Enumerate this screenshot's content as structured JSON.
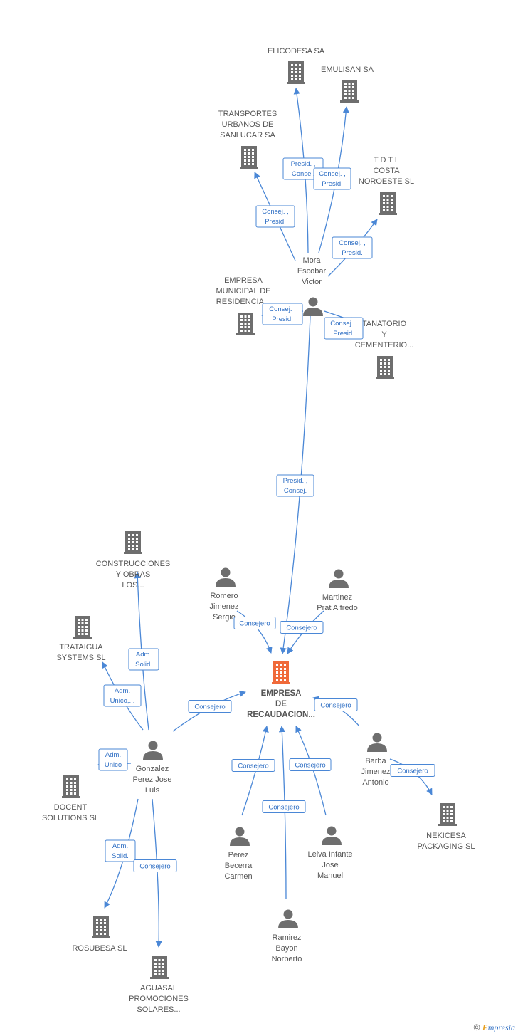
{
  "colors": {
    "edge": "#4a87d6",
    "node_icon": "#6e6e6e",
    "main_icon": "#f06a3a",
    "label": "#555555"
  },
  "footer": {
    "copyright": "©",
    "brand_initial": "E",
    "brand_rest": "mpresia"
  },
  "nodes": [
    {
      "id": "main",
      "kind": "company",
      "main": true,
      "lines": [
        "EMPRESA",
        "DE",
        "RECAUDACION..."
      ]
    },
    {
      "id": "mora",
      "kind": "person",
      "lines": [
        "Mora",
        "Escobar",
        "Victor"
      ]
    },
    {
      "id": "elicodesa",
      "kind": "company",
      "lines": [
        "ELICODESA SA"
      ]
    },
    {
      "id": "emulisan",
      "kind": "company",
      "lines": [
        "EMULISAN SA"
      ]
    },
    {
      "id": "transportes",
      "kind": "company",
      "lines": [
        "TRANSPORTES",
        "URBANOS DE",
        "SANLUCAR SA"
      ]
    },
    {
      "id": "tdtl",
      "kind": "company",
      "lines": [
        "T D T L",
        "COSTA",
        "NOROESTE SL"
      ]
    },
    {
      "id": "empmun",
      "kind": "company",
      "lines": [
        "EMPRESA",
        "MUNICIPAL DE",
        "RESIDENCIA..."
      ]
    },
    {
      "id": "tanatorio",
      "kind": "company",
      "lines": [
        "TANATORIO",
        "Y",
        "CEMENTERIO..."
      ]
    },
    {
      "id": "romero",
      "kind": "person",
      "lines": [
        "Romero",
        "Jimenez",
        "Sergio"
      ]
    },
    {
      "id": "martinez",
      "kind": "person",
      "lines": [
        "Martinez",
        "Prat Alfredo"
      ]
    },
    {
      "id": "construcciones",
      "kind": "company",
      "lines": [
        "CONSTRUCCIONES",
        "Y OBRAS",
        "LOS..."
      ]
    },
    {
      "id": "trataigua",
      "kind": "company",
      "lines": [
        "TRATAIGUA",
        "SYSTEMS SL"
      ]
    },
    {
      "id": "gonzalez",
      "kind": "person",
      "lines": [
        "Gonzalez",
        "Perez Jose",
        "Luis"
      ]
    },
    {
      "id": "docent",
      "kind": "company",
      "lines": [
        "DOCENT",
        "SOLUTIONS SL"
      ]
    },
    {
      "id": "barba",
      "kind": "person",
      "lines": [
        "Barba",
        "Jimenez",
        "Antonio"
      ]
    },
    {
      "id": "nekicesa",
      "kind": "company",
      "lines": [
        "NEKICESA",
        "PACKAGING SL"
      ]
    },
    {
      "id": "perez",
      "kind": "person",
      "lines": [
        "Perez",
        "Becerra",
        "Carmen"
      ]
    },
    {
      "id": "leiva",
      "kind": "person",
      "lines": [
        "Leiva Infante",
        "Jose",
        "Manuel"
      ]
    },
    {
      "id": "ramirez",
      "kind": "person",
      "lines": [
        "Ramirez",
        "Bayon",
        "Norberto"
      ]
    },
    {
      "id": "rosubesa",
      "kind": "company",
      "lines": [
        "ROSUBESA SL"
      ]
    },
    {
      "id": "aguasal",
      "kind": "company",
      "lines": [
        "AGUASAL",
        "PROMOCIONES",
        "SOLARES..."
      ]
    }
  ],
  "edges": [
    {
      "from": "mora",
      "to": "elicodesa",
      "lines": [
        "Presid. ,",
        "Consej."
      ]
    },
    {
      "from": "mora",
      "to": "emulisan",
      "lines": [
        "Consej. ,",
        "Presid."
      ]
    },
    {
      "from": "mora",
      "to": "transportes",
      "lines": [
        "Consej. ,",
        "Presid."
      ]
    },
    {
      "from": "mora",
      "to": "tdtl",
      "lines": [
        "Consej. ,",
        "Presid."
      ]
    },
    {
      "from": "mora",
      "to": "empmun",
      "lines": [
        "Consej. ,",
        "Presid."
      ]
    },
    {
      "from": "mora",
      "to": "tanatorio",
      "lines": [
        "Consej. ,",
        "Presid."
      ]
    },
    {
      "from": "mora",
      "to": "main",
      "lines": [
        "Presid. ,",
        "Consej."
      ]
    },
    {
      "from": "romero",
      "to": "main",
      "lines": [
        "Consejero"
      ]
    },
    {
      "from": "martinez",
      "to": "main",
      "lines": [
        "Consejero"
      ]
    },
    {
      "from": "gonzalez",
      "to": "main",
      "lines": [
        "Consejero"
      ]
    },
    {
      "from": "gonzalez",
      "to": "construcciones",
      "lines": [
        "Adm.",
        "Solid."
      ]
    },
    {
      "from": "gonzalez",
      "to": "trataigua",
      "lines": [
        "Adm.",
        "Unico,..."
      ]
    },
    {
      "from": "gonzalez",
      "to": "docent",
      "lines": [
        "Adm.",
        "Unico"
      ]
    },
    {
      "from": "gonzalez",
      "to": "rosubesa",
      "lines": [
        "Adm.",
        "Solid."
      ]
    },
    {
      "from": "gonzalez",
      "to": "aguasal",
      "lines": [
        "Consejero"
      ]
    },
    {
      "from": "barba",
      "to": "main",
      "lines": [
        "Consejero"
      ]
    },
    {
      "from": "barba",
      "to": "nekicesa",
      "lines": [
        "Consejero"
      ]
    },
    {
      "from": "perez",
      "to": "main",
      "lines": [
        "Consejero"
      ]
    },
    {
      "from": "leiva",
      "to": "main",
      "lines": [
        "Consejero"
      ]
    },
    {
      "from": "ramirez",
      "to": "main",
      "lines": [
        "Consejero"
      ]
    }
  ]
}
